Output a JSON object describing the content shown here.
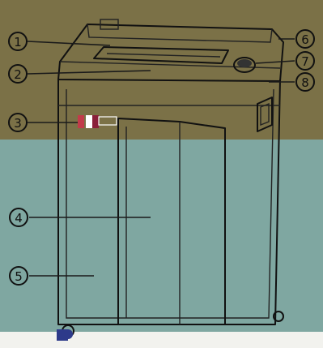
{
  "diagram": {
    "colors": {
      "upper_band": "#7b7147",
      "lower_band": "#7fa7a1",
      "base_strip": "#f2f2ee",
      "outline": "#111111"
    },
    "callouts": [
      {
        "label": "1"
      },
      {
        "label": "2"
      },
      {
        "label": "3"
      },
      {
        "label": "4"
      },
      {
        "label": "5"
      },
      {
        "label": "6"
      },
      {
        "label": "7"
      },
      {
        "label": "8"
      }
    ]
  }
}
